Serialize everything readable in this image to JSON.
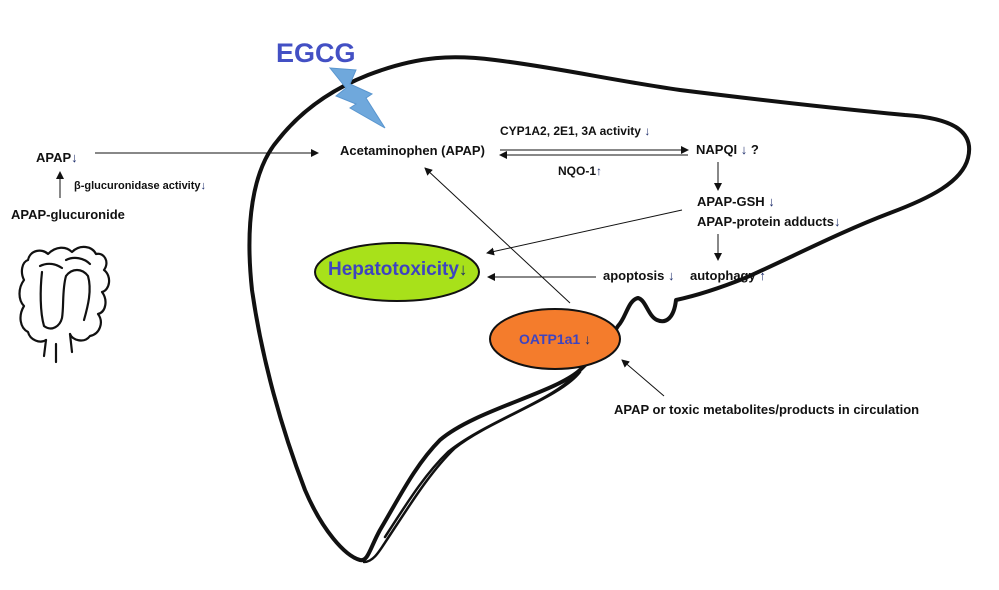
{
  "title": "EGCG",
  "left": {
    "apap": "APAP",
    "glucuronidase": "β-glucuronidase activity",
    "glucuronide": "APAP-glucuronide"
  },
  "pathway": {
    "acetaminophen": "Acetaminophen (APAP)",
    "cyp": "CYP1A2, 2E1, 3A  activity",
    "nqo": "NQO-1",
    "napqi": "NAPQI",
    "napqi_q": "?",
    "gsh": "APAP-GSH",
    "adducts": "APAP-protein adducts",
    "apoptosis": "apoptosis",
    "autophagy": "autophagy"
  },
  "hepatotoxicity": "Hepatotoxicity",
  "oatp": "OATP1a1",
  "circulation": "APAP or toxic metabolites/products  in circulation",
  "arrows": {
    "down": "↓",
    "up": "↑"
  },
  "colors": {
    "hepatotoxicity_fill": "#a8e11a",
    "oatp_fill": "#f47c2c",
    "oval_text": "#3e44c0",
    "egcg": "#4350c4",
    "bolt": "#6fa8dc",
    "arrow_symbol": "#1d2d6b"
  },
  "icons": [
    "lightning-bolt-icon",
    "intestine-icon",
    "liver-outline"
  ]
}
